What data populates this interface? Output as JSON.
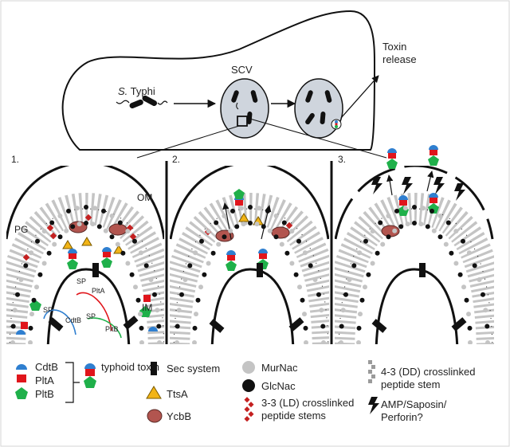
{
  "overview": {
    "pathogen_prefix": "S.",
    "pathogen_name": " Typhi",
    "vacuole_label": "SCV",
    "toxin_release": [
      "Toxin",
      "release"
    ]
  },
  "panels": [
    {
      "number": "1."
    },
    {
      "number": "2."
    },
    {
      "number": "3."
    }
  ],
  "envelope_labels": {
    "outer_membrane": "OM",
    "peptidoglycan": "PG",
    "inner_membrane": "IM"
  },
  "signal_peptide_labels": [
    {
      "sp": "SP",
      "protein": "PltA"
    },
    {
      "sp": "SP",
      "protein": "CdtB"
    },
    {
      "sp": "SP",
      "protein": "PltB"
    }
  ],
  "legend": {
    "subunits": [
      {
        "label": "CdtB",
        "color": "#2f7fd0",
        "icon": "half-circle-icon"
      },
      {
        "label": "PltA",
        "color": "#e0151b",
        "icon": "square-icon"
      },
      {
        "label": "PltB",
        "color": "#1fb04a",
        "icon": "pentagon-icon"
      }
    ],
    "holotoxin": "typhoid toxin",
    "sec_system": "Sec system",
    "ttsa": "TtsA",
    "ycbb": "YcbB",
    "murnac": "MurNac",
    "glcnac": "GlcNac",
    "ld_crosslink": [
      "3-3 (LD) crosslinked",
      "peptide stems"
    ],
    "dd_crosslink": [
      "4-3 (DD) crosslinked",
      "peptide stem"
    ],
    "amp": [
      "AMP/Saposin/",
      "Perforin?"
    ]
  },
  "colors": {
    "cdtb": "#2f7fd0",
    "plta": "#e0151b",
    "pltb": "#1fb04a",
    "ttsa": "#f2b416",
    "ycbb": "#b2554f",
    "murnac": "#c4c4c4",
    "glcnac": "#111111",
    "scv_fill": "#cfd5dd"
  }
}
